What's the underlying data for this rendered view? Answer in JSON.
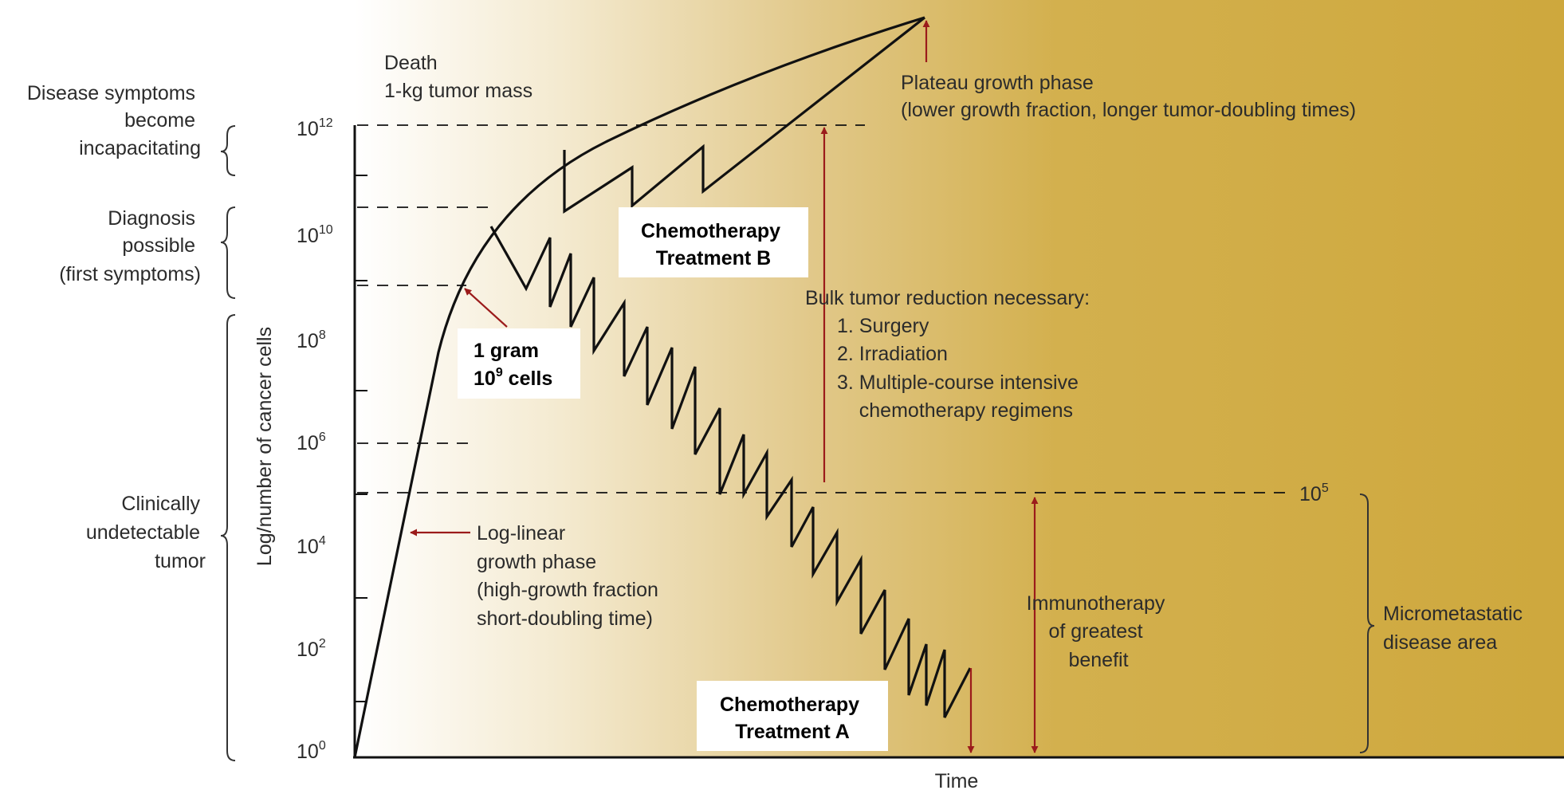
{
  "y_axis": {
    "label": "Log/number of cancer cells",
    "tick_exponents": [
      "0",
      "2",
      "4",
      "6",
      "8",
      "10",
      "12"
    ],
    "tick_base": "10"
  },
  "x_axis": {
    "label": "Time"
  },
  "stages": {
    "incapacitating": [
      "Disease symptoms",
      "become",
      "incapacitating"
    ],
    "diagnosis": [
      "Diagnosis",
      "possible",
      "(first symptoms)"
    ],
    "undetectable": [
      "Clinically",
      "undetectable",
      "tumor"
    ]
  },
  "annotations": {
    "death": [
      "Death",
      "1-kg tumor mass"
    ],
    "plateau": [
      "Plateau growth phase",
      "(lower growth fraction, longer tumor-doubling times)"
    ],
    "log_linear": [
      "Log-linear",
      "growth phase",
      "(high-growth fraction",
      "short-doubling time)"
    ],
    "bulk_reduction": [
      "Bulk tumor reduction necessary:",
      "1. Surgery",
      "2. Irradiation",
      "3. Multiple-course intensive",
      "    chemotherapy regimens"
    ],
    "immunotherapy": [
      "Immunotherapy",
      "of greatest",
      "benefit"
    ],
    "micrometastatic": [
      "Micrometastatic",
      "disease area"
    ],
    "threshold_base": "10",
    "threshold_exp": "5"
  },
  "boxes": {
    "treatment_b": [
      "Chemotherapy",
      "Treatment B"
    ],
    "treatment_a": [
      "Chemotherapy",
      "Treatment A"
    ],
    "one_gram_line1": "1 gram",
    "one_gram_base": "10",
    "one_gram_exp": "9",
    "one_gram_suffix": " cells"
  },
  "colors": {
    "background_gold": "#cfa93e",
    "arrow_red": "#9b1b1b",
    "curve": "#111111"
  }
}
